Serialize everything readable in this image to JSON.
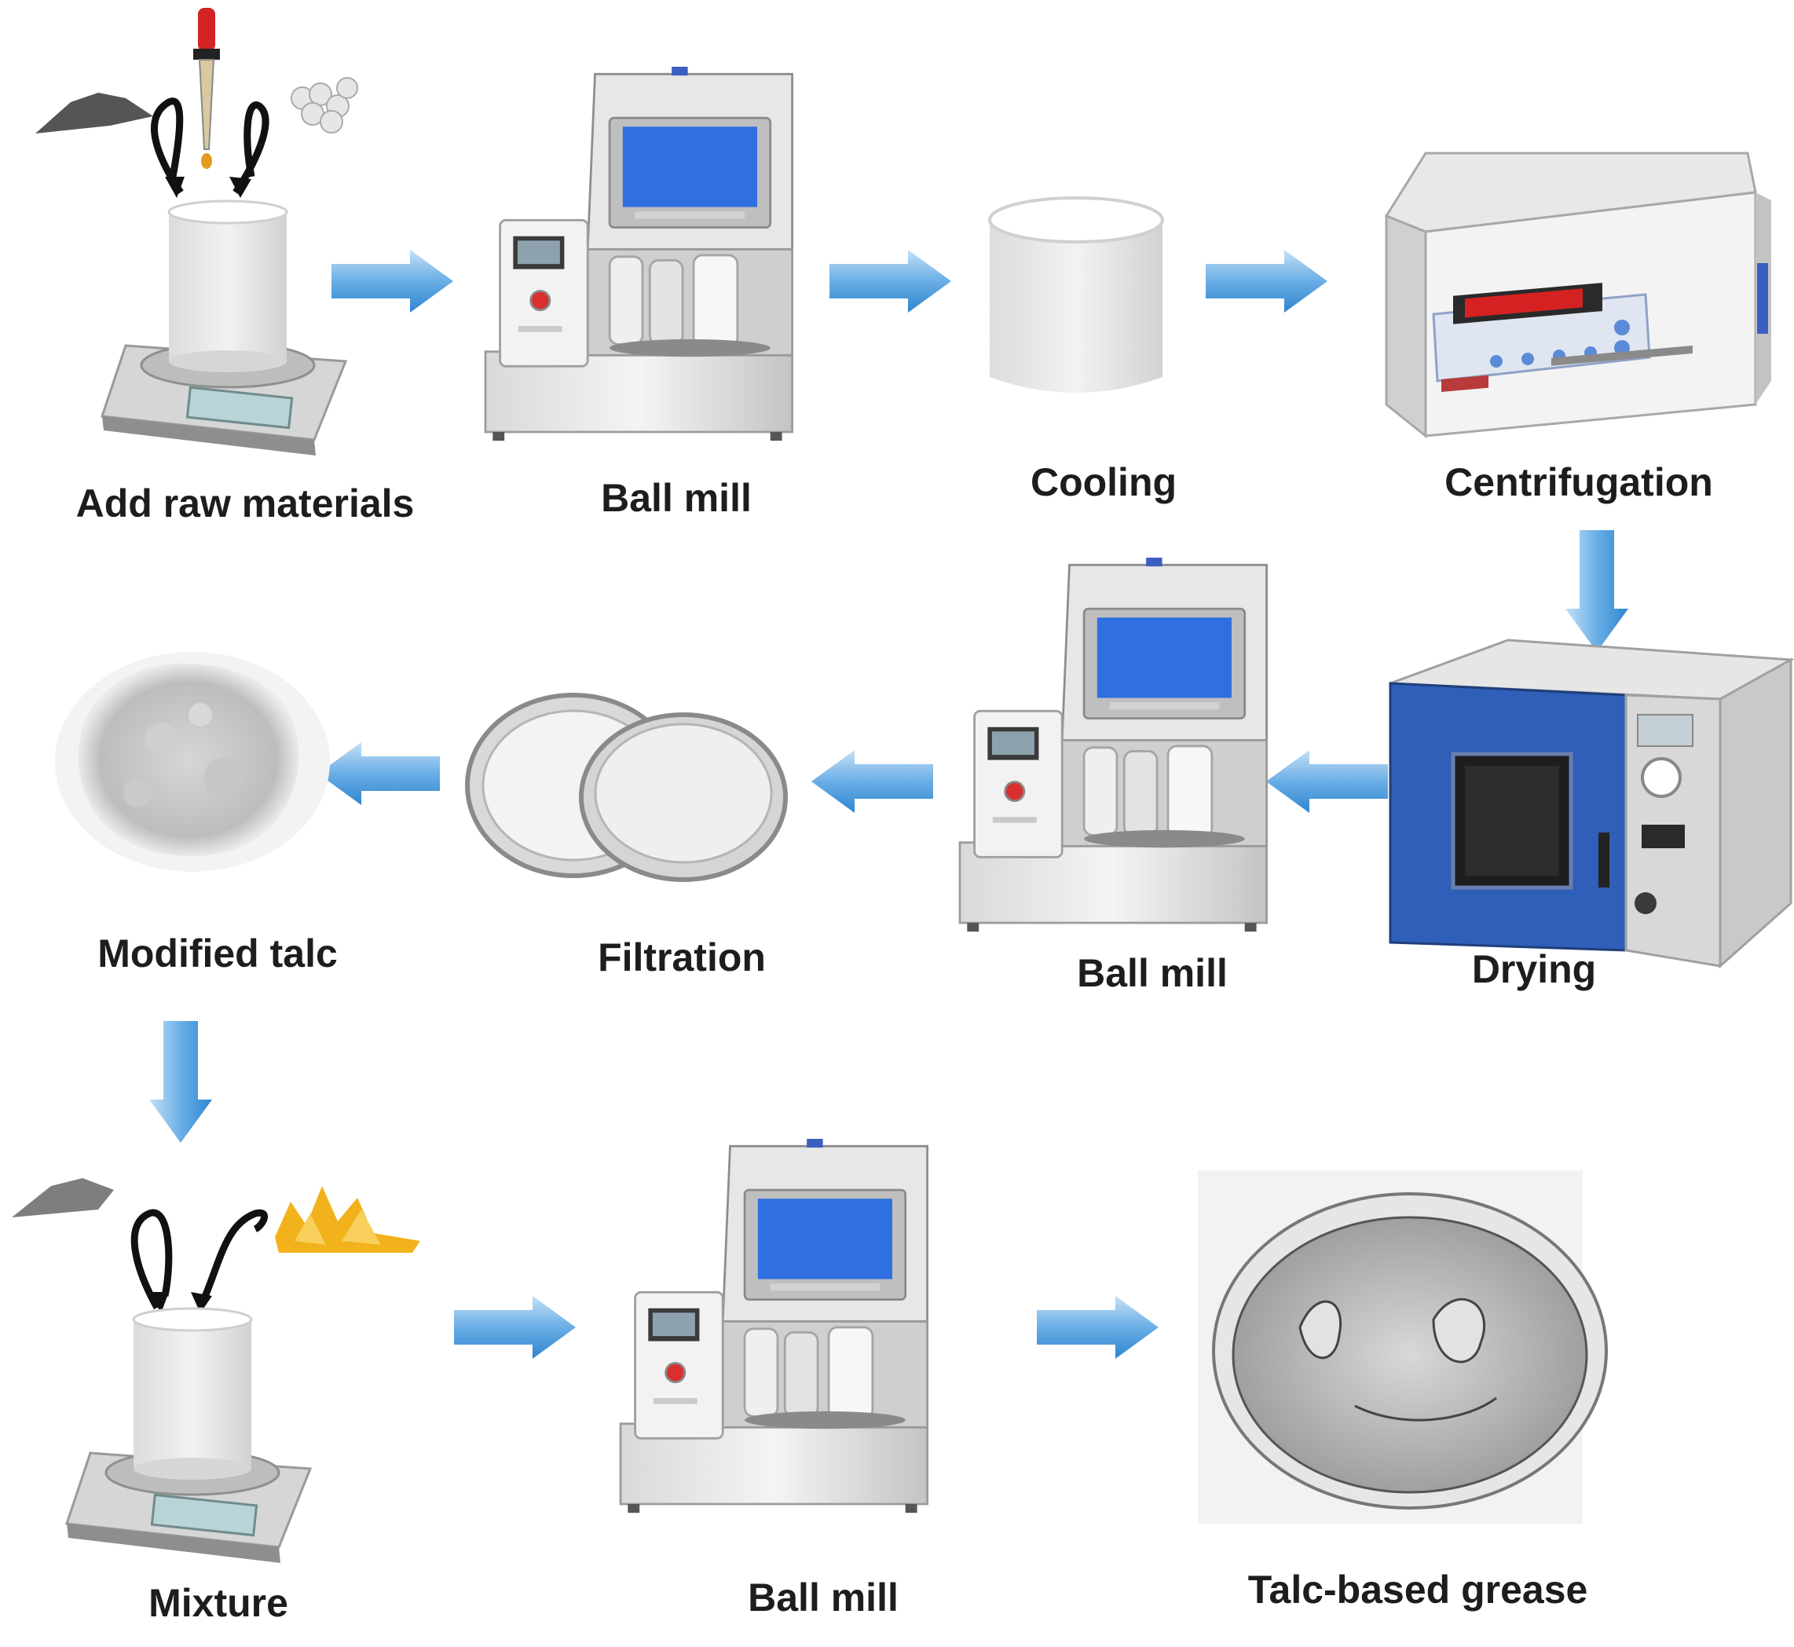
{
  "steps": {
    "add_raw_materials": "Add raw materials",
    "ball_mill_1": "Ball mill",
    "cooling": "Cooling",
    "centrifugation": "Centrifugation",
    "drying": "Drying",
    "ball_mill_2": "Ball mill",
    "filtration": "Filtration",
    "modified_talc": "Modified talc",
    "mixture": "Mixture",
    "ball_mill_3": "Ball mill",
    "talc_based_grease": "Talc-based grease"
  },
  "colors": {
    "arrow": "#3b8fd6",
    "arrow_light": "#a9d1f2",
    "screen_blue": "#2f6fe0",
    "oven_blue": "#2f5fb8",
    "label": "#1d1d1d"
  }
}
